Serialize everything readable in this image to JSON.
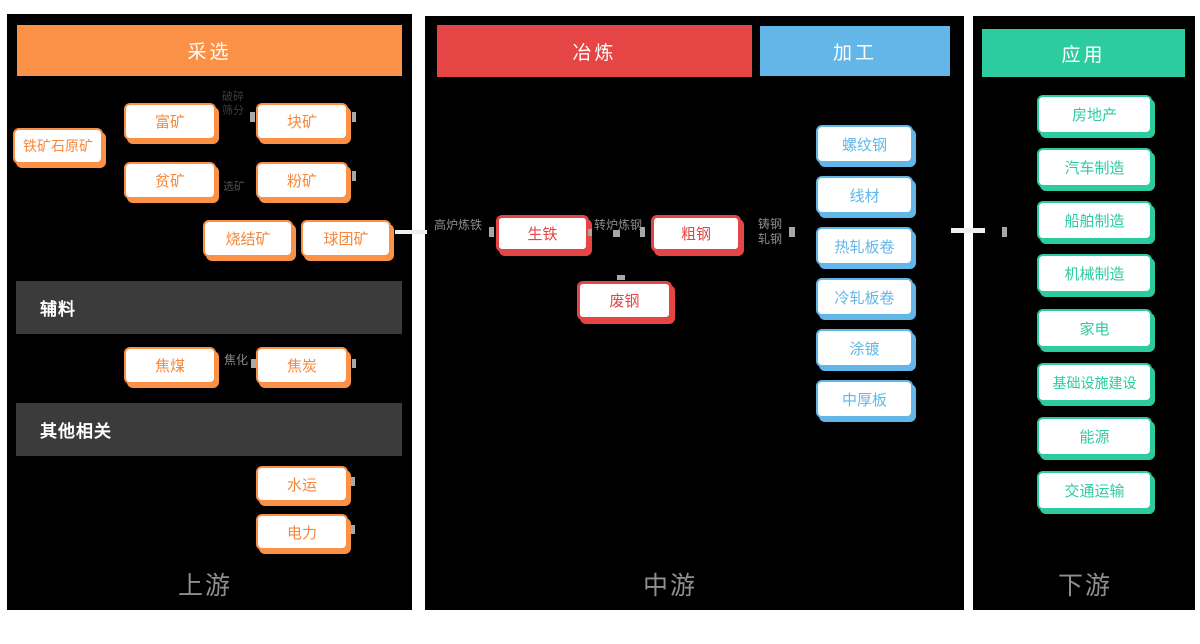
{
  "colors": {
    "mining_orange": "#FA9147",
    "smelting_red": "#E64545",
    "processing_blue": "#62B7E8",
    "application_green": "#2DCCA0",
    "panel_background": "#000000",
    "section_bar_gray": "#3b3b3b",
    "flow_label_gray": "#8c8c8c"
  },
  "left_panel": {
    "header": "采选",
    "bottom_label": "上游",
    "raw_ore": "铁矿石原矿",
    "rich_ore": "富矿",
    "lean_ore": "贫矿",
    "lump_ore": "块矿",
    "fine_ore": "粉矿",
    "sinter_ore": "烧结矿",
    "pellet_ore": "球团矿",
    "aux_bar": "辅料",
    "coking_coal": "焦煤",
    "coke": "焦炭",
    "other_bar": "其他相关",
    "water_transport": "水运",
    "electric_power": "电力",
    "label_crush_screen": "破碎\n筛分",
    "label_beneficiation": "选矿",
    "label_coking": "焦化"
  },
  "middle_panel": {
    "header_smelting": "冶炼",
    "header_processing": "加工",
    "bottom_label": "中游",
    "pig_iron": "生铁",
    "crude_steel": "粗钢",
    "scrap_steel": "废钢",
    "label_blast_furnace": "高炉炼铁",
    "label_converter": "转炉炼钢",
    "label_casting_rolling": "铸钢\n轧钢",
    "products": [
      "螺纹钢",
      "线材",
      "热轧板卷",
      "冷轧板卷",
      "涂镀",
      "中厚板"
    ]
  },
  "right_panel": {
    "header": "应用",
    "bottom_label": "下游",
    "items": [
      "房地产",
      "汽车制造",
      "船舶制造",
      "机械制造",
      "家电",
      "基础设施建设",
      "能源",
      "交通运输"
    ]
  }
}
